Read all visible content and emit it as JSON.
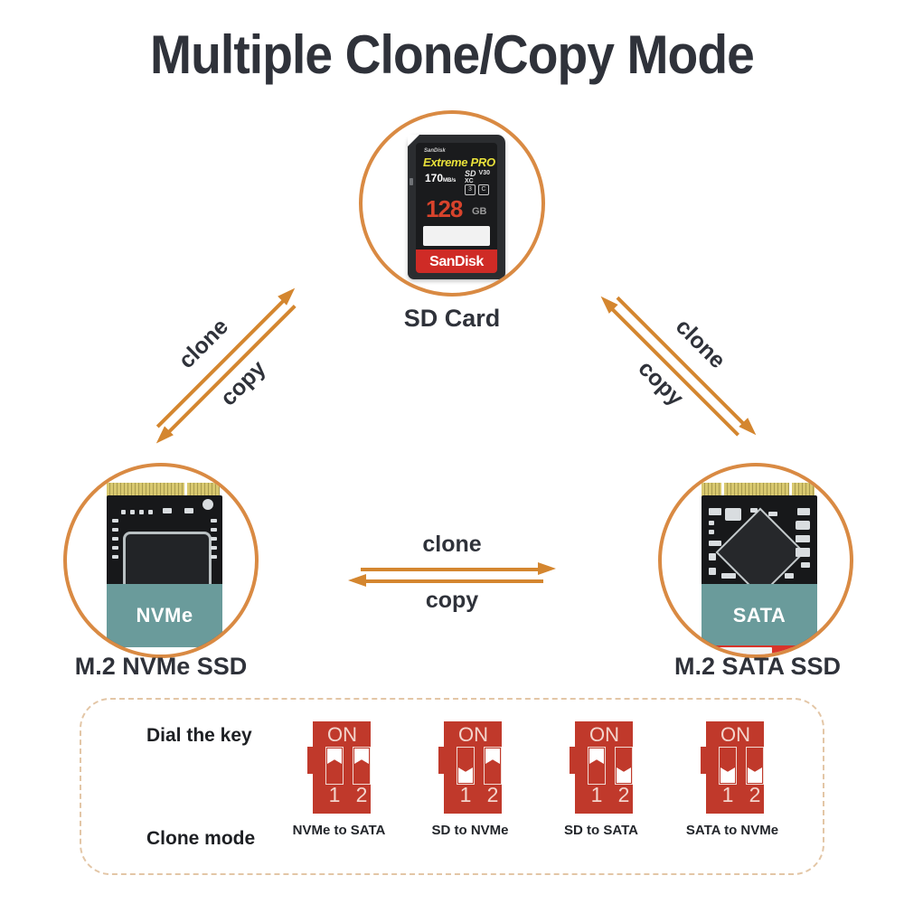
{
  "title": "Multiple Clone/Copy Mode",
  "theme": {
    "accent_orange": "#d98a43",
    "arrow_orange": "#d4862f",
    "teal": "#6a9b9b",
    "dip_red": "#c0392b",
    "text_dark": "#2f323a",
    "dashed_border": "#e3c6a6"
  },
  "devices": [
    {
      "id": "sd",
      "label": "SD Card",
      "card": {
        "brand_small": "SanDisk",
        "line_extreme": "Extreme PRO",
        "speed": "170",
        "speed_unit": "MB/s",
        "logo_sdxc": "SD",
        "logo_xc": "XC",
        "logo_v30": "V30",
        "badge_u3": "3",
        "badge_c10": "C",
        "capacity": "128",
        "capacity_unit": "GB",
        "brand_band": "SanDisk"
      }
    },
    {
      "id": "nvme",
      "label": "M.2 NVMe SSD",
      "band_text": "NVMe"
    },
    {
      "id": "sata",
      "label": "M.2 SATA SSD",
      "band_text": "SATA"
    }
  ],
  "arrows": {
    "left": {
      "clone": "clone",
      "copy": "copy"
    },
    "right": {
      "clone": "clone",
      "copy": "copy"
    },
    "horizontal": {
      "clone": "clone",
      "copy": "copy"
    }
  },
  "dial_panel": {
    "row_label_dial": "Dial the key",
    "row_label_mode": "Clone mode",
    "on_text": "ON",
    "num_1": "1",
    "num_2": "2",
    "switches": [
      {
        "caption": "NVMe to SATA",
        "sw1": "up",
        "sw2": "up"
      },
      {
        "caption": "SD to NVMe",
        "sw1": "down",
        "sw2": "up"
      },
      {
        "caption": "SD to SATA",
        "sw1": "up",
        "sw2": "down"
      },
      {
        "caption": "SATA to NVMe",
        "sw1": "down",
        "sw2": "down"
      }
    ]
  }
}
